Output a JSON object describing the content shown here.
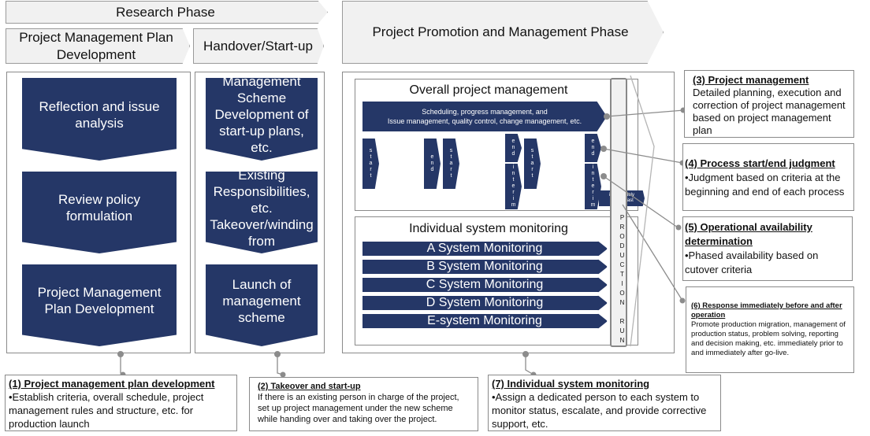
{
  "phases": {
    "research": "Research Phase",
    "pmpd": "Project Management Plan Development",
    "handover": "Handover/Start-up",
    "promotion": "Project Promotion and Management Phase"
  },
  "col1": [
    "Reflection and issue analysis",
    "Review policy formulation",
    "Project Management Plan Development"
  ],
  "col2": [
    "Management Scheme Development of start-up plans, etc.",
    "Existing Responsibilities, etc. Takeover/winding from",
    "Launch of management scheme"
  ],
  "overall": {
    "title": "Overall project management",
    "bar_line1": "Scheduling, progress management, and",
    "bar_line2": "Issue management, quality control, change management, etc.",
    "start": "start",
    "end": "end",
    "interim": "interim",
    "immediately": "immediately before, last"
  },
  "individual": {
    "title": "Individual system monitoring",
    "items": [
      "A System Monitoring",
      "B System Monitoring",
      "C System Monitoring",
      "D System Monitoring",
      "E-system Monitoring"
    ]
  },
  "production_run": "PRODUCTION RUN",
  "notes": {
    "n1": {
      "title": "(1) Project management plan development",
      "body": "•Establish criteria, overall schedule, project management rules and structure, etc. for production launch"
    },
    "n2": {
      "title": "(2) Takeover and start-up",
      "body": "If there is an existing person in charge of the project, set up project management under the new scheme while handing over and taking over the project."
    },
    "n3": {
      "title": "(3) Project management",
      "body": "Detailed planning, execution and correction of project management based on project management plan"
    },
    "n4": {
      "title": "(4) Process start/end judgment",
      "body": "•Judgment based on criteria at the beginning and end of each process"
    },
    "n5": {
      "title": "(5) Operational availability determination",
      "body": "•Phased availability based on cutover criteria"
    },
    "n6": {
      "title": "(6) Response immediately before and after operation",
      "body": "Promote production migration, management of production status, problem solving, reporting and decision making, etc. immediately prior to and immediately after go-live."
    },
    "n7": {
      "title": "(7) Individual system monitoring",
      "body": "•Assign a dedicated person to each system to monitor status, escalate, and provide corrective support, etc."
    }
  }
}
